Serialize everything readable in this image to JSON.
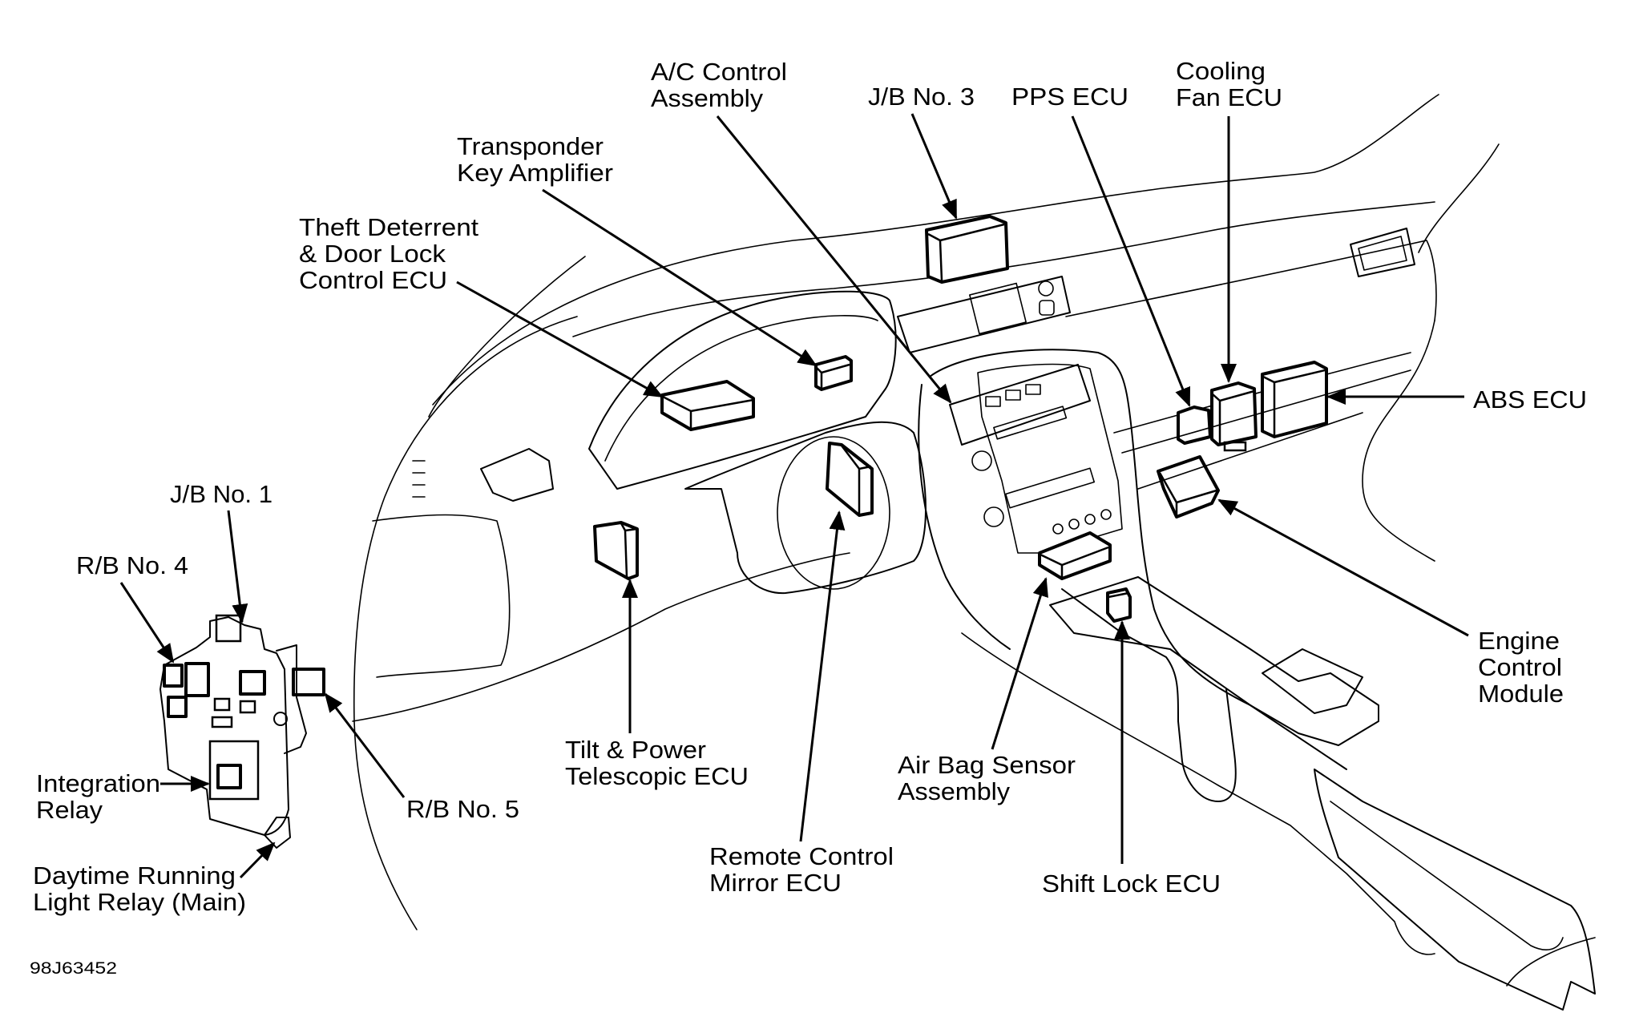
{
  "figure": {
    "title": "Component locations — instrument panel and center console",
    "figure_code": "98J63452",
    "stroke_color": "#000000",
    "background_color": "#ffffff"
  },
  "labels": [
    {
      "id": "ac-control-assembly",
      "lines": [
        "A/C Control",
        "Assembly"
      ],
      "points_to": "A/C control panel in center stack"
    },
    {
      "id": "transponder-key-amplifier",
      "lines": [
        "Transponder",
        "Key Amplifier"
      ],
      "points_to": "small module behind instrument cluster"
    },
    {
      "id": "theft-deterrent-ecu",
      "lines": [
        "Theft Deterrent",
        "& Door Lock",
        "Control ECU"
      ],
      "points_to": "module behind instrument cluster"
    },
    {
      "id": "jb-no-3",
      "lines": [
        "J/B No. 3"
      ],
      "points_to": "junction block behind upper dash"
    },
    {
      "id": "pps-ecu",
      "lines": [
        "PPS ECU"
      ],
      "points_to": "small module behind right of center stack"
    },
    {
      "id": "cooling-fan-ecu",
      "lines": [
        "Cooling",
        "Fan ECU"
      ],
      "points_to": "module next to ABS ECU"
    },
    {
      "id": "abs-ecu",
      "lines": [
        "ABS ECU"
      ],
      "points_to": "large module right of center stack"
    },
    {
      "id": "engine-control-module",
      "lines": [
        "Engine",
        "Control",
        "Module"
      ],
      "points_to": "module below ABS ECU"
    },
    {
      "id": "jb-no-1",
      "lines": [
        "J/B No. 1"
      ],
      "points_to": "junction block top"
    },
    {
      "id": "rb-no-4",
      "lines": [
        "R/B No. 4"
      ],
      "points_to": "relay block left relays"
    },
    {
      "id": "rb-no-5",
      "lines": [
        "R/B No. 5"
      ],
      "points_to": "relay block right relays"
    },
    {
      "id": "integration-relay",
      "lines": [
        "Integration",
        "Relay"
      ],
      "points_to": "relay on junction block face"
    },
    {
      "id": "drl-relay-main",
      "lines": [
        "Daytime Running",
        "Light Relay (Main)"
      ],
      "points_to": "relay at bottom of junction block"
    },
    {
      "id": "tilt-telescopic-ecu",
      "lines": [
        "Tilt & Power",
        "Telescopic ECU"
      ],
      "points_to": "module under left dash"
    },
    {
      "id": "remote-mirror-ecu",
      "lines": [
        "Remote Control",
        "Mirror ECU"
      ],
      "points_to": "module behind steering column"
    },
    {
      "id": "air-bag-sensor-assembly",
      "lines": [
        "Air Bag Sensor",
        "Assembly"
      ],
      "points_to": "module at base of center stack"
    },
    {
      "id": "shift-lock-ecu",
      "lines": [
        "Shift Lock ECU"
      ],
      "points_to": "module beside shifter"
    }
  ]
}
